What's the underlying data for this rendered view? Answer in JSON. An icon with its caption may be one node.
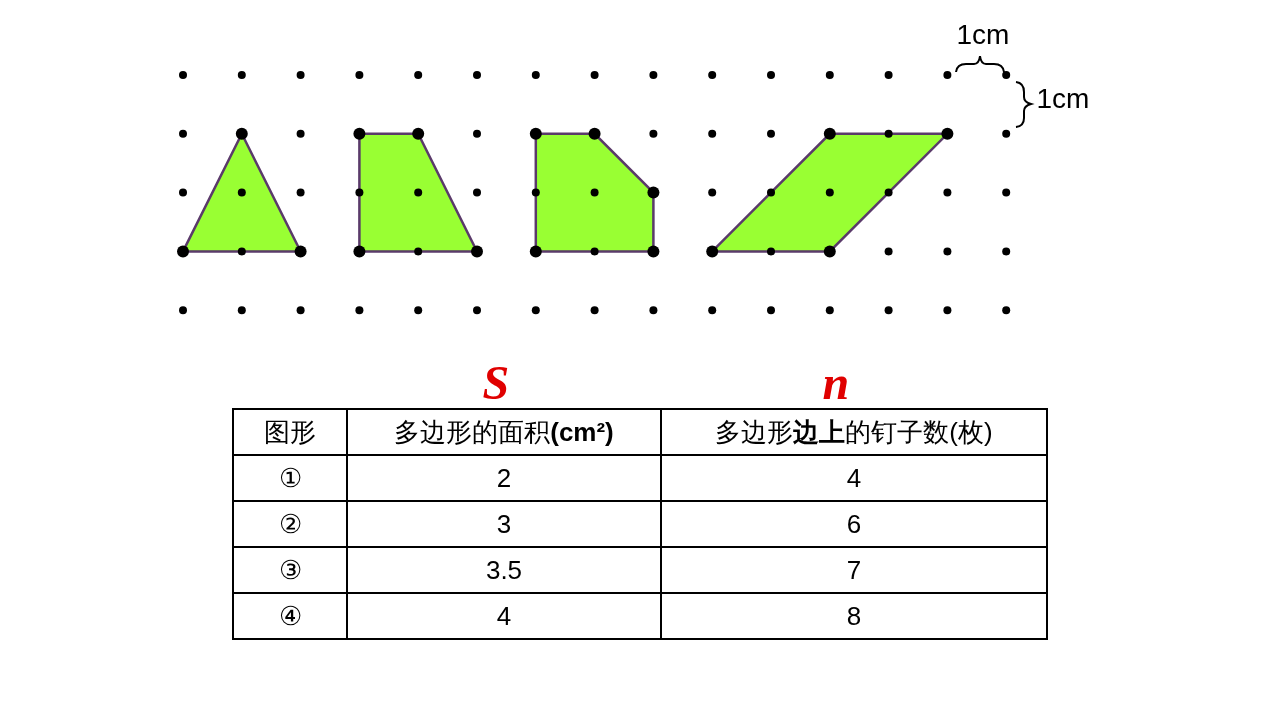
{
  "diagram": {
    "nodes": [
      {
        "text": [],
        "shape": "triangle"
      },
      {
        "text": [],
        "shape": "trapezoid"
      },
      {
        "text": [],
        "shape": "pentagon"
      },
      {
        "text": [],
        "shape": "parallelogram"
      }
    ],
    "labels": [
      "1cm",
      "1cm",
      "S",
      "n",
      "图形",
      "多边形的面积**(cm²)**",
      "多边形**边上**的钉子数(枚)",
      "①",
      "2",
      "4",
      "②",
      "3",
      "6",
      "③",
      "3.5",
      "7",
      "④",
      "4",
      "8"
    ]
  }
}
